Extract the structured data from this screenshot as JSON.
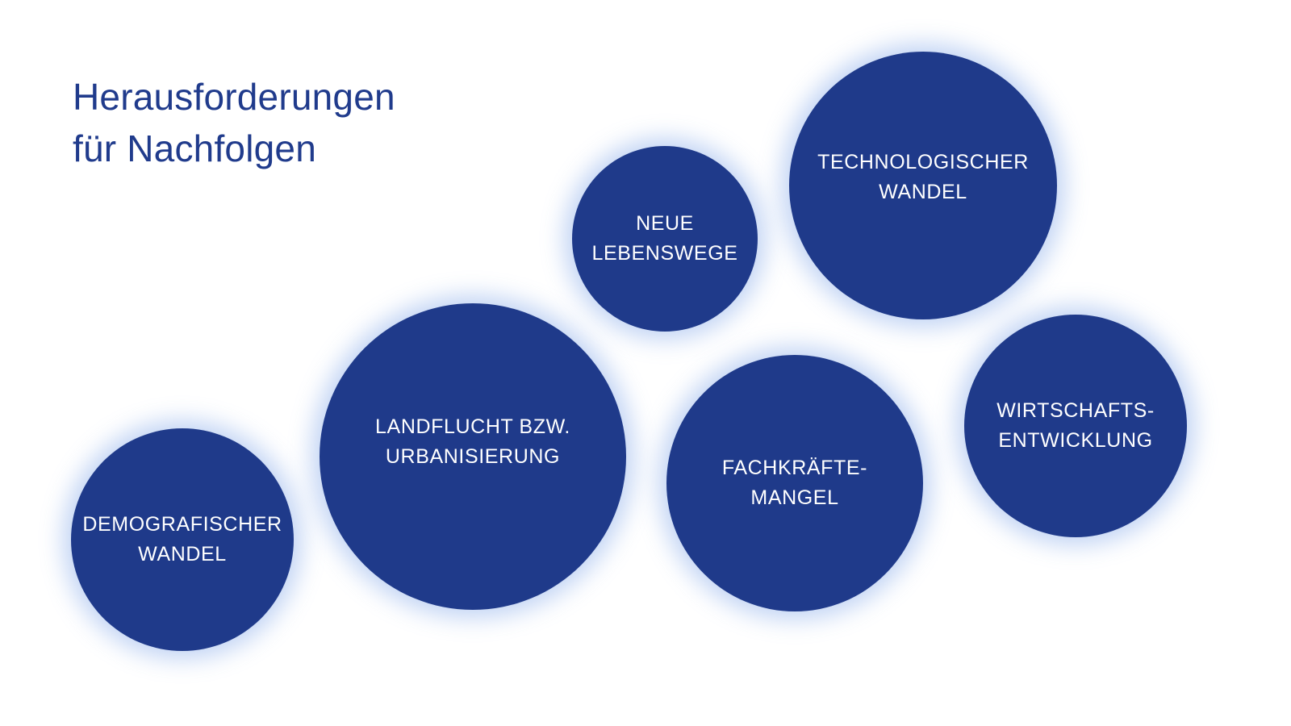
{
  "title": {
    "line1": "Herausforderungen",
    "line2": "für Nachfolgen"
  },
  "colors": {
    "title": "#203b8c",
    "bubble_fill": "#1f3a8a",
    "bubble_glow": "#a8c3f0",
    "bubble_text": "#ffffff",
    "background": "#ffffff"
  },
  "bubbles": [
    {
      "label": "DEMOGRAFISCHER\nWANDEL"
    },
    {
      "label": "LANDFLUCHT BZW.\nURBANISIERUNG"
    },
    {
      "label": "NEUE\nLEBENSWEGE"
    },
    {
      "label": "TECHNOLOGISCHER\nWANDEL"
    },
    {
      "label": "FACHKRÄFTE-\nMANGEL"
    },
    {
      "label": "WIRTSCHAFTS-\nENTWICKLUNG"
    }
  ]
}
